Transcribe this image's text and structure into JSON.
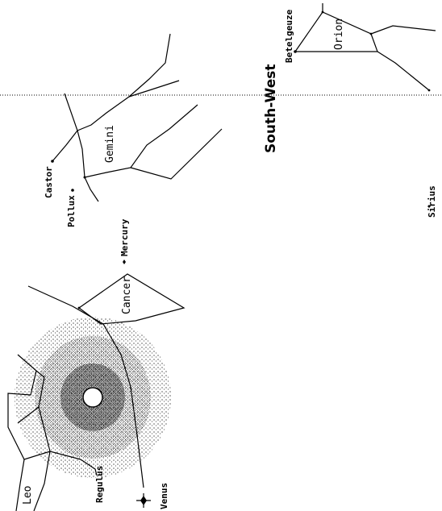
{
  "direction_label": "South-West",
  "constellations": {
    "orion": "Orion",
    "gemini": "Gemini",
    "cancer": "Cancer",
    "leo": "Leo"
  },
  "stars": {
    "betelgeuze": "Betelgeuze",
    "sirius": "Sirius",
    "castor": "Castor",
    "pollux": "Pollux",
    "regulus": "Regulus"
  },
  "planets": {
    "mercury": "Mercury",
    "venus": "Venus"
  }
}
